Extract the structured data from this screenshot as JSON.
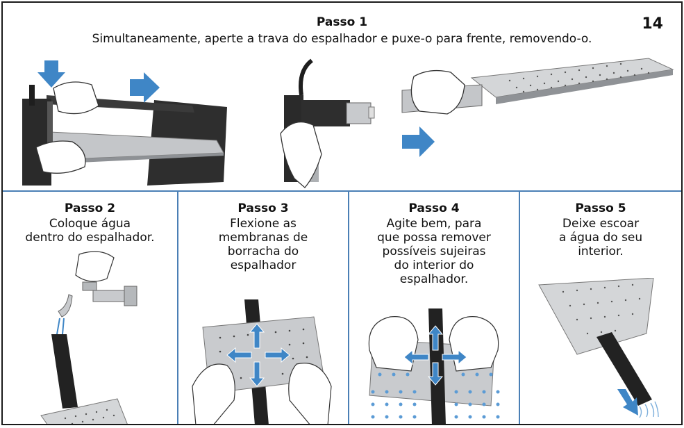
{
  "page_number": "14",
  "step1": {
    "title": "Passo 1",
    "description": "Simultaneamente, aperte a trava do espalhador e puxe-o para frente, removendo-o."
  },
  "steps": [
    {
      "title": "Passo 2",
      "description": "Coloque água\ndentro do espalhador."
    },
    {
      "title": "Passo 3",
      "description": "Flexione as\nmembranas de\nborracha do\nespalhador"
    },
    {
      "title": "Passo 4",
      "description": "Agite bem, para\nque possa remover\npossíveis sujeiras\ndo interior do\nespalhador."
    },
    {
      "title": "Passo 5",
      "description": "Deixe escoar\na água do seu\ninterior."
    }
  ],
  "colors": {
    "arrow_blue": "#3f86c6",
    "divider_blue": "#4a7fb5",
    "metal": "#b9bcbf",
    "dark": "#2b2b2b"
  }
}
